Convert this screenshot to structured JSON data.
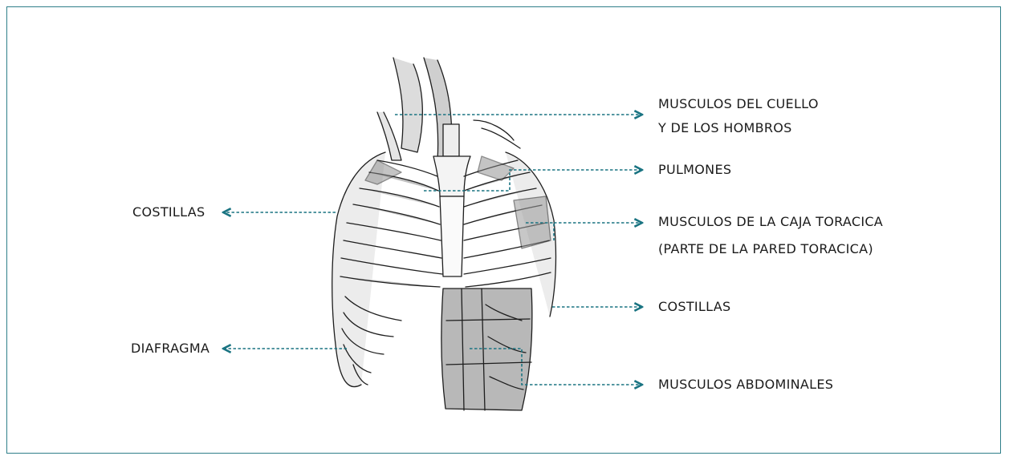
{
  "diagram": {
    "accent_color": "#1a7482",
    "labels": {
      "neck_muscles_line1": "MUSCULOS DEL CUELLO",
      "neck_muscles_line2": "Y DE LOS HOMBROS",
      "lungs": "PULMONES",
      "ribcage_muscles_line1": "MUSCULOS DE LA CAJA TORACICA",
      "ribcage_muscles_line2": "(PARTE DE LA PARED TORACICA)",
      "ribs_right": "COSTILLAS",
      "abdominal_muscles": "MUSCULOS ABDOMINALES",
      "ribs_left": "COSTILLAS",
      "diaphragm": "DIAFRAGMA"
    }
  }
}
